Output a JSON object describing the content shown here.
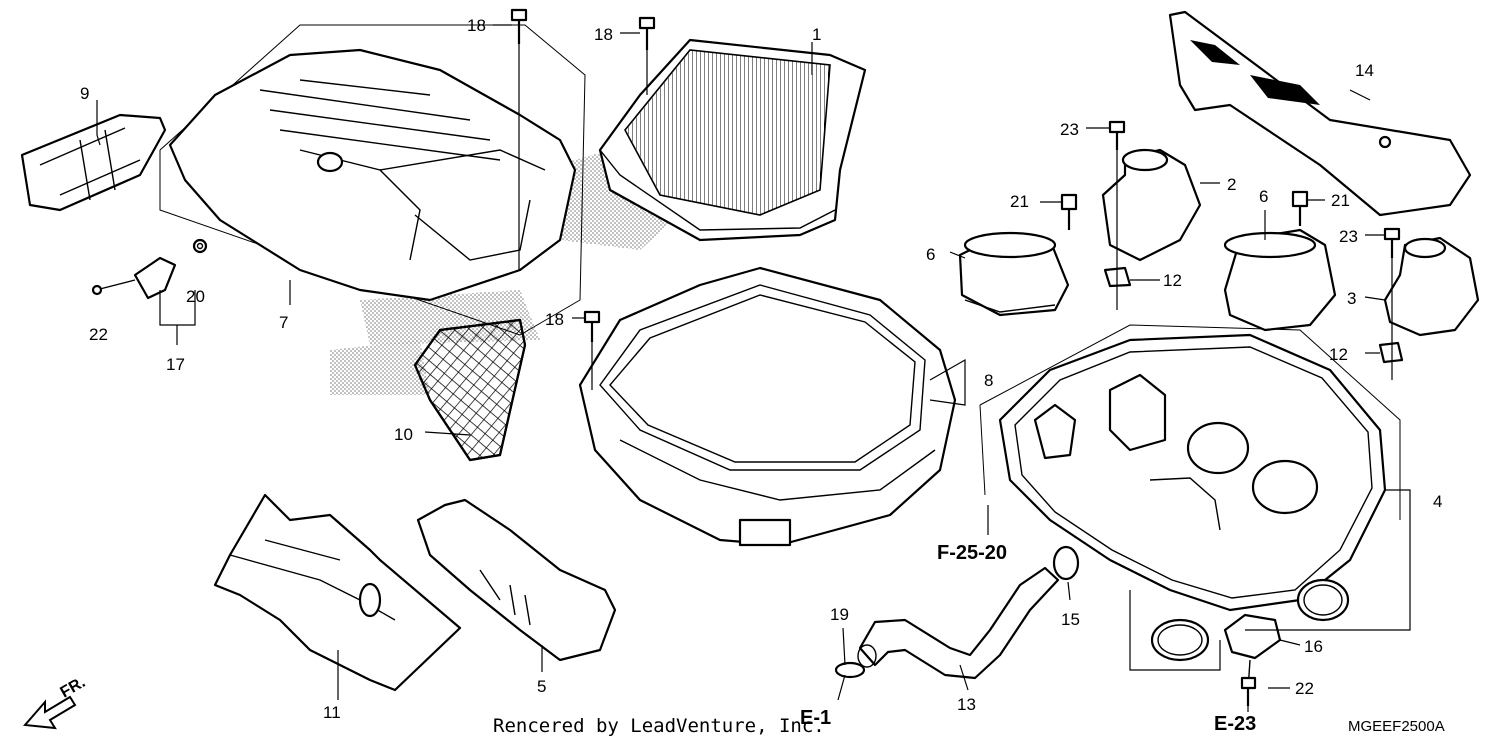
{
  "diagram": {
    "callouts": {
      "c1": "1",
      "c2": "2",
      "c3": "3",
      "c4": "4",
      "c5": "5",
      "c6a": "6",
      "c6b": "6",
      "c7": "7",
      "c8": "8",
      "c9": "9",
      "c10": "10",
      "c11": "11",
      "c12a": "12",
      "c12b": "12",
      "c13": "13",
      "c14": "14",
      "c15": "15",
      "c16": "16",
      "c17": "17",
      "c18a": "18",
      "c18b": "18",
      "c18c": "18",
      "c19": "19",
      "c20": "20",
      "c21a": "21",
      "c21b": "21",
      "c22a": "22",
      "c22b": "22",
      "c23a": "23",
      "c23b": "23"
    },
    "references": {
      "f2520": "F-25-20",
      "e1": "E-1",
      "e23": "E-23"
    },
    "direction_label": "FR.",
    "watermark": "Rencered by LeadVenture, Inc.",
    "diagram_code": "MGEEF2500A"
  }
}
